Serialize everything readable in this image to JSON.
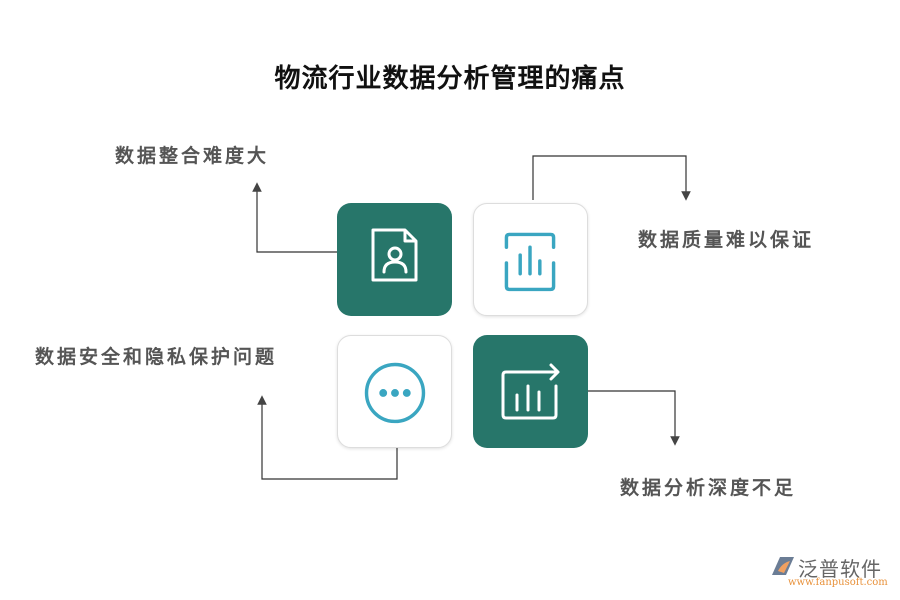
{
  "title": "物流行业数据分析管理的痛点",
  "items": [
    {
      "label": "数据整合难度大",
      "icon": "user-document-icon",
      "tile_style": "dark"
    },
    {
      "label": "数据质量难以保证",
      "icon": "bar-chart-scan-icon",
      "tile_style": "light"
    },
    {
      "label": "数据安全和隐私保护问题",
      "icon": "more-dots-circle-icon",
      "tile_style": "light"
    },
    {
      "label": "数据分析深度不足",
      "icon": "chart-export-icon",
      "tile_style": "dark"
    }
  ],
  "colors": {
    "dark_tile": "#27766a",
    "icon_accent": "#3aa6c1",
    "label_text": "#555555",
    "connector": "#333333"
  },
  "watermark": {
    "name": "泛普软件",
    "url": "www.fanpusoft.com"
  }
}
